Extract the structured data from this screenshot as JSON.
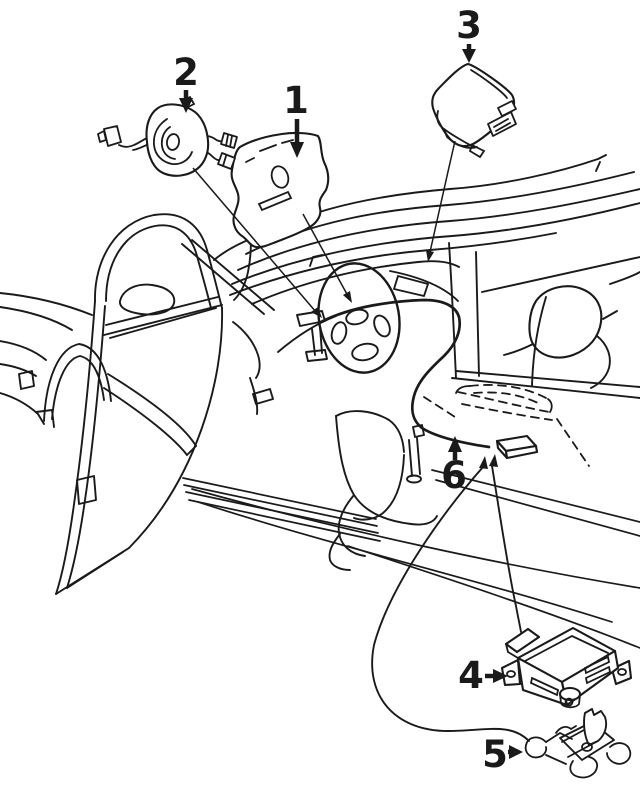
{
  "diagram": {
    "bg_color": "#ffffff",
    "line_color": "#1a1a1a",
    "callouts": [
      {
        "label": "1"
      },
      {
        "label": "2"
      },
      {
        "label": "3"
      },
      {
        "label": "4"
      },
      {
        "label": "5"
      },
      {
        "label": "6"
      }
    ]
  }
}
